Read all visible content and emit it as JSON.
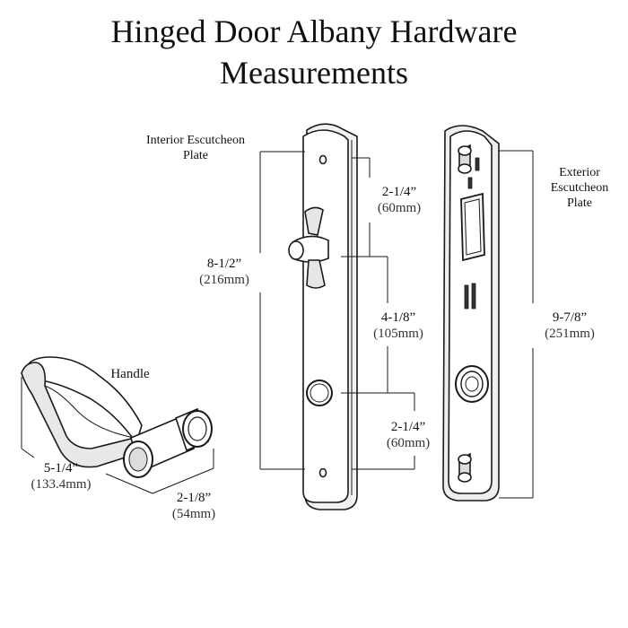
{
  "title": {
    "line1": "Hinged Door Albany Hardware",
    "line2": "Measurements"
  },
  "labels": {
    "interior_line1": "Interior Escutcheon",
    "interior_line2": "Plate",
    "exterior_line1": "Exterior",
    "exterior_line2": "Escutcheon",
    "exterior_line3": "Plate",
    "handle": "Handle"
  },
  "dimensions": {
    "interior_height": {
      "frac": "8-1/2”",
      "mm": "(216mm)"
    },
    "top_to_lever": {
      "frac": "2-1/4”",
      "mm": "(60mm)"
    },
    "lever_to_hole": {
      "frac": "4-1/8”",
      "mm": "(105mm)"
    },
    "hole_to_bottom": {
      "frac": "2-1/4”",
      "mm": "(60mm)"
    },
    "exterior_height": {
      "frac": "9-7/8”",
      "mm": "(251mm)"
    },
    "handle_length": {
      "frac": "5-1/4”",
      "mm": "(133.4mm)"
    },
    "handle_depth": {
      "frac": "2-1/8”",
      "mm": "(54mm)"
    }
  },
  "colors": {
    "line": "#1a1a1a",
    "fill": "#ffffff",
    "shade": "#d9d9d9"
  }
}
